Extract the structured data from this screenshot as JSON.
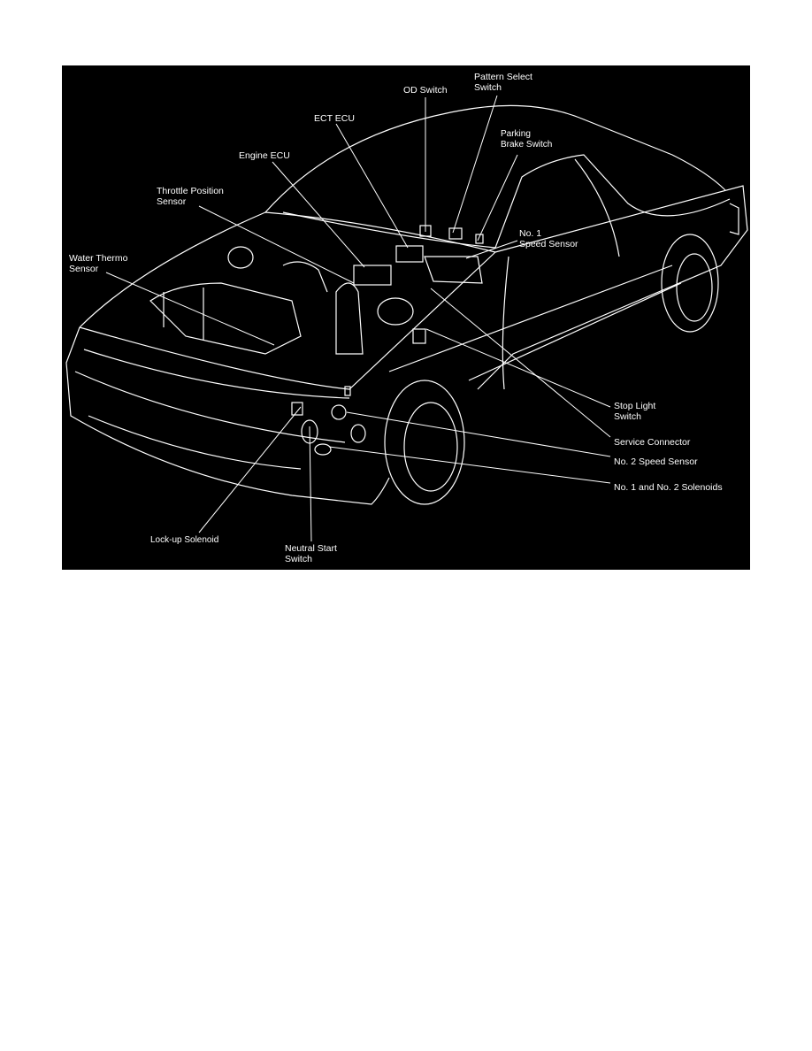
{
  "figure": {
    "background": "#000000",
    "foreground": "#ffffff",
    "labels": {
      "pattern_select_switch": [
        "Pattern Select",
        "Switch"
      ],
      "od_switch": "OD Switch",
      "ect_ecu": "ECT ECU",
      "parking_brake_switch": [
        "Parking",
        "Brake Switch"
      ],
      "engine_ecu": "Engine ECU",
      "throttle_position_sensor": [
        "Throttle Position",
        "Sensor"
      ],
      "no1_speed_sensor": [
        "No. 1",
        "Speed Sensor"
      ],
      "water_thermo_sensor": [
        "Water Thermo",
        "Sensor"
      ],
      "stop_light_switch": [
        "Stop Light",
        "Switch"
      ],
      "service_connector": "Service Connector",
      "no2_speed_sensor": "No. 2 Speed Sensor",
      "solenoids": "No. 1 and No. 2 Solenoids",
      "lockup_solenoid": "Lock-up Solenoid",
      "neutral_start_switch": [
        "Neutral Start",
        "Switch"
      ]
    }
  }
}
